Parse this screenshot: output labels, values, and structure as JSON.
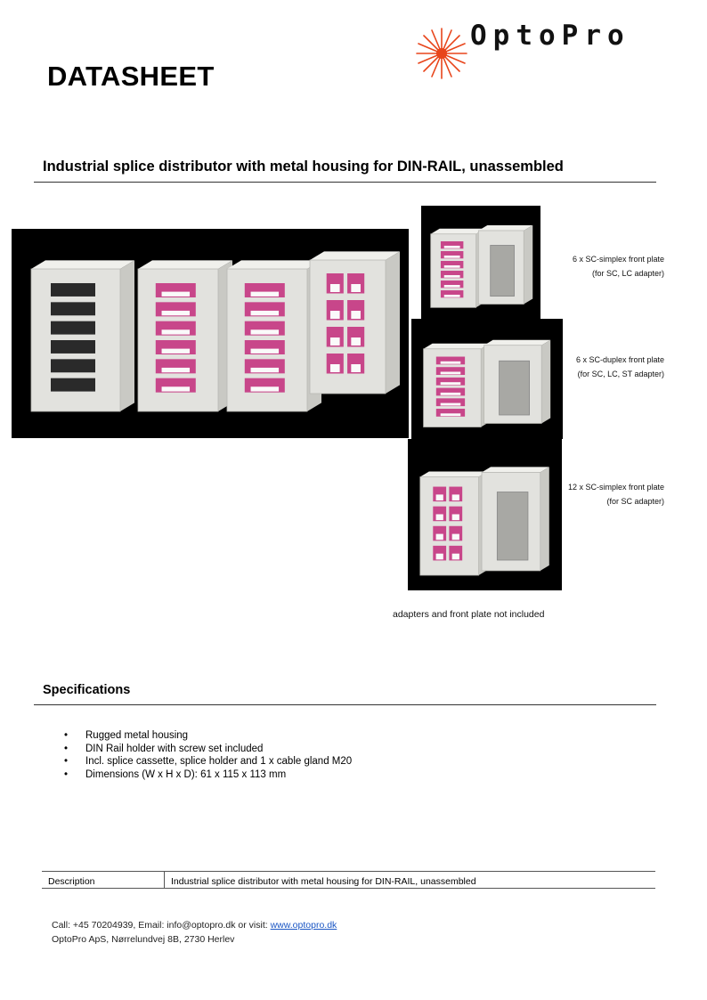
{
  "logo": {
    "brand": "OptoPro",
    "icon": "laser-star-icon",
    "color": "#e8451b"
  },
  "document_title": "DATASHEET",
  "product_title": "Industrial splice distributor with metal housing for DIN-RAIL, unassembled",
  "images": [
    {
      "name": "product-group-photo",
      "caption_line1": "",
      "caption_line2": ""
    },
    {
      "name": "front-plate-a",
      "caption_line1": "6 x SC-simplex front plate",
      "caption_line2": "(for SC, LC adapter)"
    },
    {
      "name": "front-plate-b",
      "caption_line1": "6 x SC-duplex front plate",
      "caption_line2": "(for SC, LC, ST adapter)"
    },
    {
      "name": "front-plate-c",
      "caption_line1": "12 x SC-simplex front plate",
      "caption_line2": "(for SC adapter)"
    }
  ],
  "note": "adapters and front plate not included",
  "specifications": {
    "heading": "Specifications",
    "items": [
      "Rugged metal housing",
      "DIN Rail holder with screw set included",
      "Incl. splice cassette, splice holder and 1 x cable gland M20",
      "Dimensions (W x H x D): 61 x 115 x 113 mm"
    ]
  },
  "description_table": {
    "label": "Description",
    "value": "Industrial splice distributor with metal housing for DIN-RAIL, unassembled"
  },
  "footer": {
    "contact_prefix": "Call: +45 70204939, Email: info@optopro.dk or visit: ",
    "website": "www.optopro.dk",
    "address": "OptoPro ApS,  Nørrelundvej 8B, 2730 Herlev"
  },
  "colors": {
    "magenta_connector": "#c8468a",
    "housing": "#e2e2de",
    "link": "#1a56c4"
  }
}
